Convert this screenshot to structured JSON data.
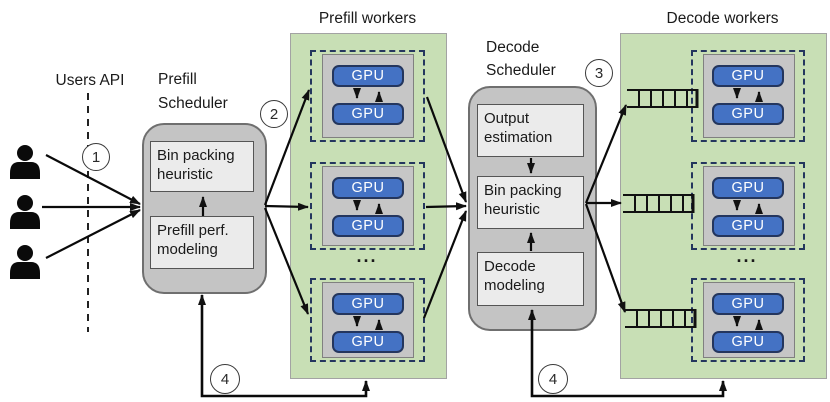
{
  "users": {
    "label": "Users API"
  },
  "schedulers": {
    "prefill": {
      "label": "Prefill Scheduler",
      "modules": [
        "Bin packing heuristic",
        "Prefill perf. modeling"
      ]
    },
    "decode": {
      "label": "Decode Scheduler",
      "modules": [
        "Output estimation",
        "Bin packing heuristic",
        "Decode modeling"
      ]
    }
  },
  "workers": {
    "prefill": {
      "title": "Prefill workers"
    },
    "decode": {
      "title": "Decode workers"
    }
  },
  "gpu_label": "GPU",
  "ellipsis": "...",
  "steps": {
    "requests_in": "1",
    "to_prefill_workers": "2",
    "to_decode_workers": "3",
    "feedback": "4"
  },
  "colors": {
    "worker_area_green": "#c8dfb5",
    "gpu_blue": "#4472c4",
    "gpu_border_navy": "#24365e",
    "scheduler_gray": "#c4c4c4",
    "module_gray": "#ebebeb"
  }
}
